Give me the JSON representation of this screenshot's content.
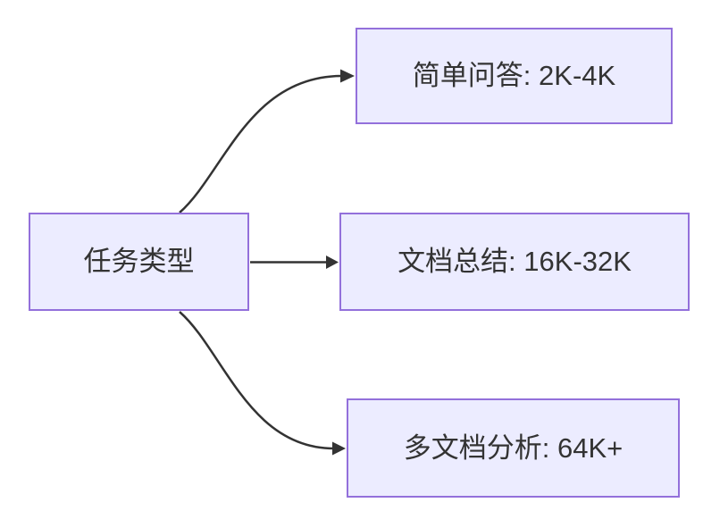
{
  "diagram": {
    "type": "flowchart",
    "direction": "left-to-right",
    "root": {
      "label": "任务类型"
    },
    "branches": [
      {
        "label": "简单问答: 2K-4K"
      },
      {
        "label": "文档总结: 16K-32K"
      },
      {
        "label": "多文档分析: 64K+"
      }
    ],
    "colors": {
      "node_fill": "#ECECFF",
      "node_border": "#9370DB",
      "text": "#333333",
      "arrow": "#333333",
      "background": "#FFFFFF"
    }
  }
}
